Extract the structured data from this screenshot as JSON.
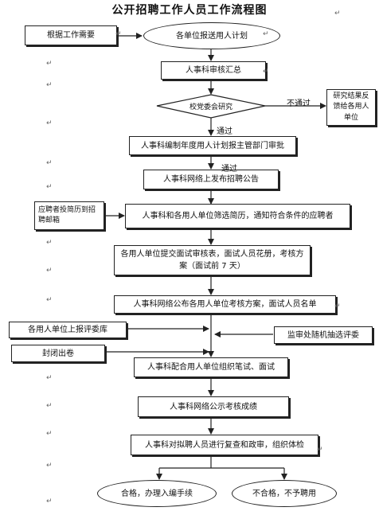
{
  "title": "公开招聘工作人员工作流程图",
  "nodes": {
    "basis": "根据工作需要",
    "plan_submit": "各单位报送用人计划",
    "hr_review": "人事科审核汇总",
    "committee": "校党委会研究",
    "feedback": "研究结果反馈给各用人单位",
    "approve": "人事科编制年度用人计划报主管部门审批",
    "publish": "人事科网络上发布招聘公告",
    "resume_mail": "应聘者投简历到招聘邮箱",
    "screen": "人事科和各用人单位筛选简历，通知符合条件的应聘者",
    "exam_plan": "各用人单位提交面试审核表，面试人员花册，考核方案（面试前 7 天）",
    "announce": "人事科网络公布各用人单位考核方案，面试人员名单",
    "judges": "各用人单位上报评委库",
    "sealed": "封闭出卷",
    "random": "监审处随机抽选评委",
    "organize": "人事科配合用人单位组织笔试、面试",
    "results": "人事科网络公示考核成绩",
    "check": "人事科对拟聘人员进行复查和政审，组织体检",
    "pass": "合格，办理入编手续",
    "fail": "不合格，不予聘用"
  },
  "edge_labels": {
    "reject": "不通过",
    "pass_1": "通过",
    "pass_2": "通过"
  },
  "colors": {
    "line": "#222222",
    "background": "#ffffff"
  }
}
